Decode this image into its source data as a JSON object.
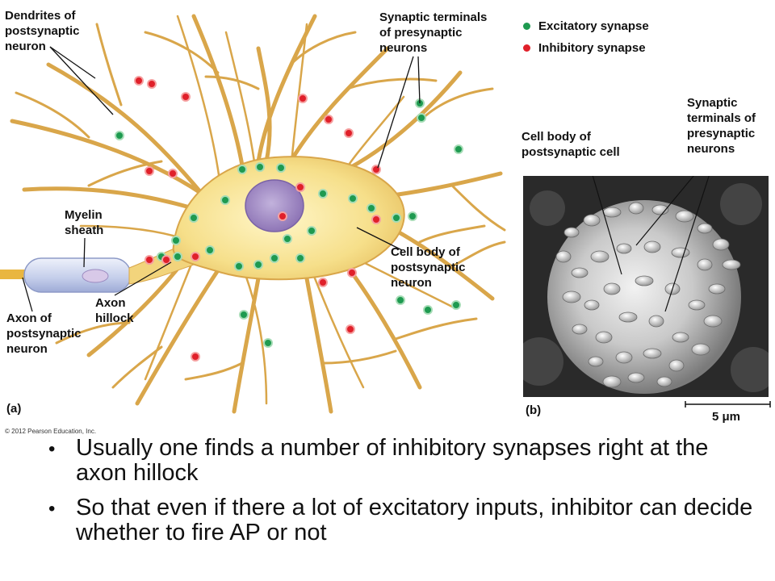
{
  "legend": {
    "excitatory": {
      "label": "Excitatory synapse",
      "color": "#1e9a50"
    },
    "inhibitory": {
      "label": "Inhibitory synapse",
      "color": "#e0202a"
    }
  },
  "panel_a": {
    "tag": "(a)",
    "labels": {
      "dendrites": "Dendrites of\npostsynaptic\nneuron",
      "synaptic_terminals": "Synaptic terminals\nof presynaptic\nneurons",
      "myelin_sheath": "Myelin\nsheath",
      "axon": "Axon of\npostsynaptic\nneuron",
      "axon_hillock": "Axon\nhillock",
      "cell_body": "Cell body of\npostsynaptic\nneuron"
    }
  },
  "panel_b": {
    "tag": "(b)",
    "labels": {
      "cell_body": "Cell body of\npostsynaptic cell",
      "synaptic_terminals": "Synaptic\nterminals of\npresynaptic\nneurons"
    },
    "scale_label": "5 μm"
  },
  "copyright": "© 2012 Pearson Education, Inc.",
  "bullets": [
    "Usually one finds a number of inhibitory synapses right at the axon hillock",
    "So that even if there a lot of excitatory inputs, inhibitor can decide whether to fire AP or not"
  ],
  "colors": {
    "dendrite": "#d9a64a",
    "cell_body": "#f7e7a0",
    "nucleus": "#9d86c0",
    "myelin": "#c9d3ee"
  }
}
